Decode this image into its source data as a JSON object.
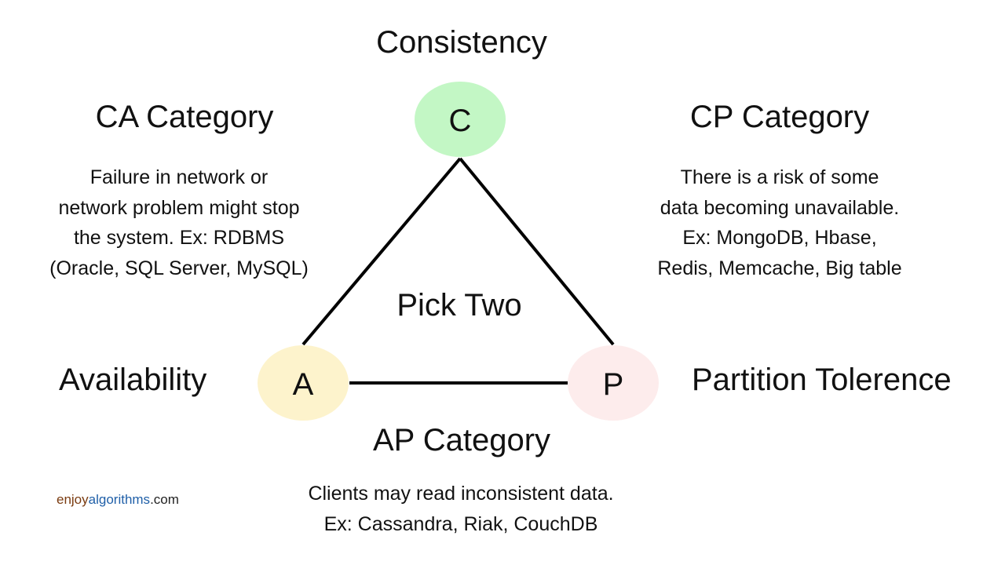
{
  "vertices": {
    "c": {
      "letter": "C",
      "label": "Consistency",
      "color": "#c3f7c5"
    },
    "a": {
      "letter": "A",
      "label": "Availability",
      "color": "#fdf3cc"
    },
    "p": {
      "letter": "P",
      "label": "Partition Tolerence",
      "color": "#fdecec"
    }
  },
  "center_label": "Pick Two",
  "categories": {
    "ca": {
      "title": "CA Category",
      "lines": [
        "Failure in network or",
        "network problem might stop",
        "the system. Ex: RDBMS",
        "(Oracle, SQL Server, MySQL)"
      ]
    },
    "cp": {
      "title": "CP Category",
      "lines": [
        "There is a risk of some",
        "data becoming unavailable.",
        "Ex: MongoDB, Hbase,",
        "Redis, Memcache, Big table"
      ]
    },
    "ap": {
      "title": "AP Category",
      "lines": [
        "Clients may read inconsistent data.",
        "Ex: Cassandra, Riak, CouchDB"
      ]
    }
  },
  "brand": {
    "part1": "enjoy",
    "part1_color": "#7a3b10",
    "part2": "algorithms",
    "part2_color": "#1f5fa8",
    "part3": ".com",
    "part3_color": "#222222"
  }
}
